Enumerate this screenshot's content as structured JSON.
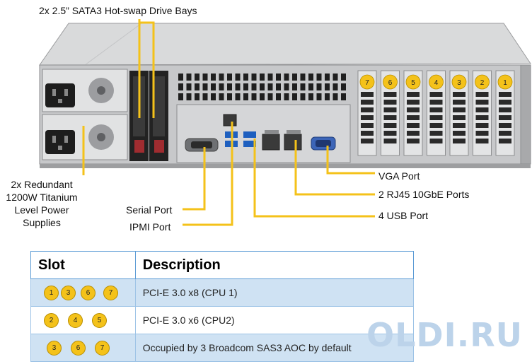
{
  "labels": {
    "drive_bays": "2x 2.5” SATA3 Hot-swap Drive Bays",
    "psu_line1": "2x Redundant",
    "psu_line2": "1200W Titanium",
    "psu_line3": "Level Power",
    "psu_line4": "Supplies",
    "serial": "Serial Port",
    "ipmi": "IPMI Port",
    "vga": "VGA Port",
    "rj45": "2 RJ45 10GbE Ports",
    "usb": "4 USB Port"
  },
  "chassis_slots": [
    "7",
    "6",
    "5",
    "4",
    "3",
    "2",
    "1"
  ],
  "table": {
    "header_slot": "Slot",
    "header_desc": "Description",
    "rows": [
      {
        "slots": [
          "1",
          "3",
          "6",
          "7"
        ],
        "desc": "PCI-E 3.0 x8 (CPU 1)"
      },
      {
        "slots": [
          "2",
          "4",
          "5"
        ],
        "desc": "PCI-E 3.0 x6 (CPU2)"
      },
      {
        "slots": [
          "3",
          "6",
          "7"
        ],
        "desc": "Occupied by 3 Broadcom SAS3 AOC by default"
      }
    ]
  },
  "watermark": "OLDI.RU",
  "colors": {
    "callout": "#f4c21a",
    "table_border": "#5b9bd5",
    "row_shade": "#cfe2f3"
  }
}
